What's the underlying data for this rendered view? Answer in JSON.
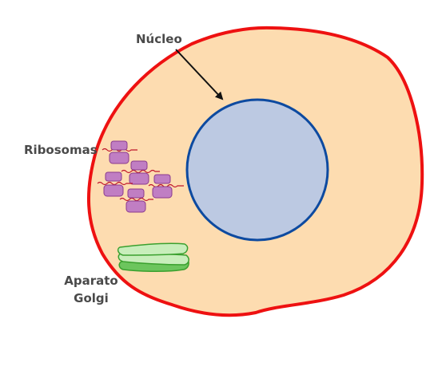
{
  "labels": {
    "nucleus": "Núcleo",
    "ribosomes": "Ribosomas",
    "golgi_line1": "Aparato",
    "golgi_line2": "Golgi"
  },
  "colors": {
    "cell_fill": "#fddcb0",
    "cell_outline": "#ee1111",
    "nucleus_fill": "#bcc9e2",
    "nucleus_outline": "#0d4aa0",
    "ribosome_fill": "#c07ec3",
    "ribosome_outline": "#8a3a8e",
    "mrna_strand": "#c0142a",
    "golgi_light": "#c8eebb",
    "golgi_dark": "#6cc55d",
    "golgi_outline": "#3aa02e",
    "label_text": "#4a4a4a",
    "arrow": "#111111"
  }
}
